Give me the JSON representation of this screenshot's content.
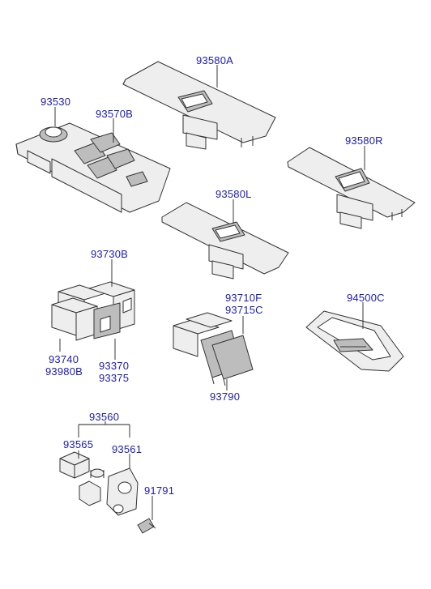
{
  "labels": {
    "p93580A": "93580A",
    "p93530": "93530",
    "p93570B": "93570B",
    "p93580R": "93580R",
    "p93580L": "93580L",
    "p93730B": "93730B",
    "p93710F": "93710F",
    "p93715C": "93715C",
    "p94500C": "94500C",
    "p93740": "93740",
    "p93980B": "93980B",
    "p93370": "93370",
    "p93375": "93375",
    "p93790": "93790",
    "p93560": "93560",
    "p93565": "93565",
    "p93561": "93561",
    "p91791": "91791"
  },
  "colors": {
    "label": "#1a1ab8",
    "line": "#333333"
  }
}
